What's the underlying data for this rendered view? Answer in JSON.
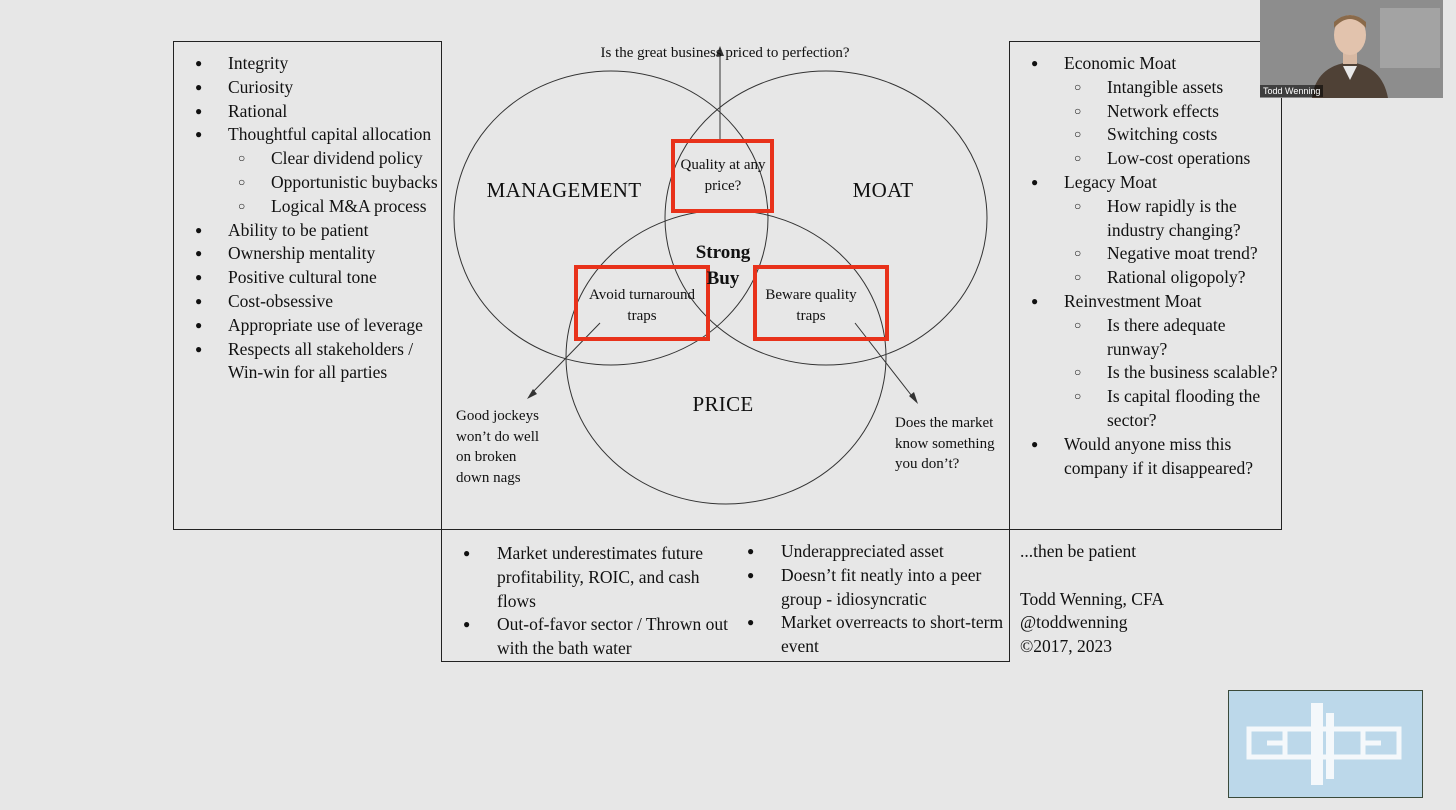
{
  "left_column": {
    "items": [
      {
        "level": 1,
        "text": "Integrity"
      },
      {
        "level": 1,
        "text": "Curiosity"
      },
      {
        "level": 1,
        "text": "Rational"
      },
      {
        "level": 1,
        "text": "Thoughtful capital allocation"
      },
      {
        "level": 2,
        "text": "Clear dividend policy"
      },
      {
        "level": 2,
        "text": "Opportunistic buybacks"
      },
      {
        "level": 2,
        "text": "Logical M&A process"
      },
      {
        "level": 1,
        "text": "Ability to be patient"
      },
      {
        "level": 1,
        "text": "Ownership mentality"
      },
      {
        "level": 1,
        "text": "Positive cultural tone"
      },
      {
        "level": 1,
        "text": "Cost-obsessive"
      },
      {
        "level": 1,
        "text": "Appropriate use of leverage"
      },
      {
        "level": 1,
        "text": "Respects all stakeholders / Win-win for all parties"
      }
    ]
  },
  "right_column": {
    "items": [
      {
        "level": 1,
        "text": "Economic Moat"
      },
      {
        "level": 2,
        "text": "Intangible assets"
      },
      {
        "level": 2,
        "text": "Network effects"
      },
      {
        "level": 2,
        "text": "Switching costs"
      },
      {
        "level": 2,
        "text": "Low-cost operations"
      },
      {
        "level": 1,
        "text": "Legacy Moat"
      },
      {
        "level": 2,
        "text": "How rapidly is the industry changing?"
      },
      {
        "level": 2,
        "text": "Negative moat trend?"
      },
      {
        "level": 2,
        "text": "Rational oligopoly?"
      },
      {
        "level": 1,
        "text": "Reinvestment Moat"
      },
      {
        "level": 2,
        "text": "Is there adequate runway?"
      },
      {
        "level": 2,
        "text": "Is the business scalable?"
      },
      {
        "level": 2,
        "text": "Is capital flooding the sector?"
      },
      {
        "level": 1,
        "text": "Would anyone miss this company if it disappeared?"
      }
    ]
  },
  "venn": {
    "top_question": "Is the great business priced to perfection?",
    "management": "MANAGEMENT",
    "moat": "MOAT",
    "price": "PRICE",
    "strong_buy": "Strong Buy",
    "quality_any_price": "Quality at any price?",
    "avoid_turnaround": "Avoid turnaround traps",
    "beware_quality": "Beware quality traps",
    "good_jockeys": "Good jockeys won’t do well on broken down nags",
    "does_market_know": "Does the market know something you don’t?",
    "highlight_color": "#e8321b"
  },
  "bottom": {
    "col1": [
      "Market underestimates future profitability, ROIC, and cash flows",
      "Out-of-favor sector / Thrown out with the bath water"
    ],
    "col2": [
      "Underappreciated asset",
      "Doesn’t fit neatly into a peer group - idiosyncratic",
      "Market overreacts to short-term event"
    ],
    "then_be_patient": "...then be patient",
    "author": "Todd Wenning, CFA",
    "handle": "@toddwenning",
    "copyright": "©2017, 2023"
  },
  "video": {
    "participant_name": "Todd Wenning"
  }
}
